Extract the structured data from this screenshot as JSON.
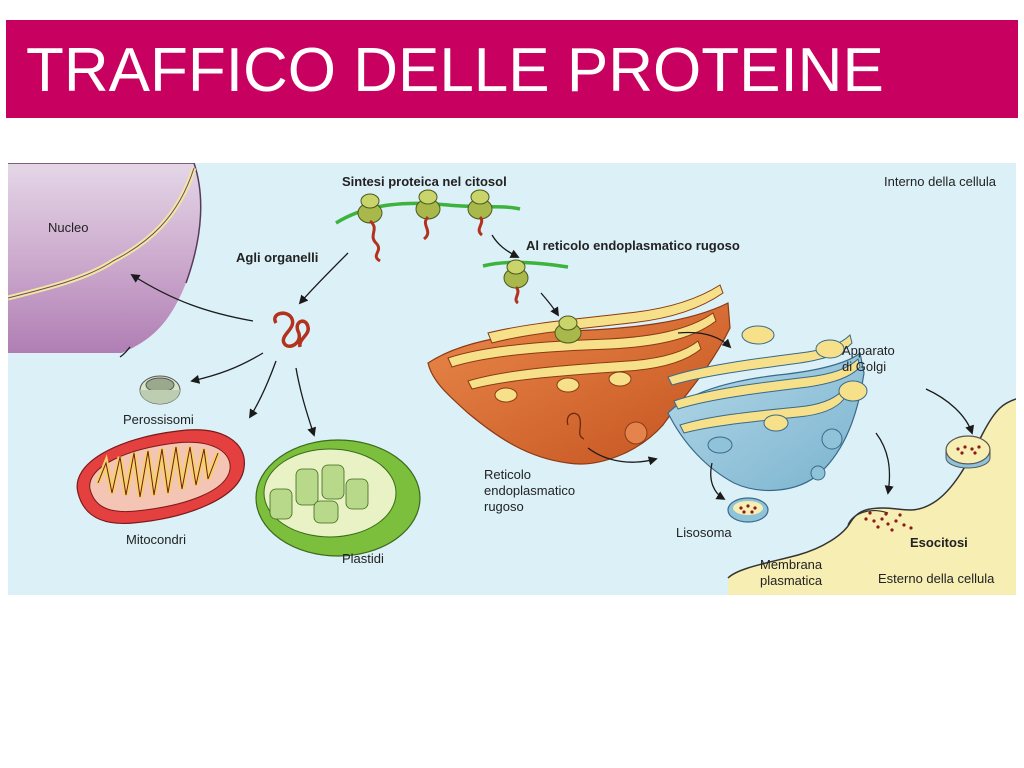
{
  "slide": {
    "title": "TRAFFICO DELLE PROTEINE"
  },
  "labels": {
    "cytosol_synthesis": "Sintesi proteica nel citosol",
    "cell_interior": "Interno della cellula",
    "nucleus": "Nucleo",
    "to_organelles": "Agli organelli",
    "to_rough_er": "Al reticolo endoplasmatico rugoso",
    "peroxisomes": "Perossisomi",
    "mitochondria": "Mitocondri",
    "plastids": "Plastidi",
    "golgi_line1": "Apparato",
    "golgi_line2": "di Golgi",
    "rough_er_line1": "Reticolo",
    "rough_er_line2": "endoplasmatico",
    "rough_er_line3": "rugoso",
    "lysosome": "Lisosoma",
    "exocytosis": "Esocitosi",
    "membrane_line1": "Membrana",
    "membrane_line2": "plasmatica",
    "cell_exterior": "Esterno della cellula"
  },
  "colors": {
    "title_bar": "#c8005f",
    "diagram_bg": "#dcf0f7",
    "nucleus": "#a86aa8",
    "rough_er": "#d8652e",
    "golgi": "#8fc3da",
    "membrane": "#f7eeb4",
    "mitochondria": "#e4403f",
    "plastids": "#7cbf3c",
    "mrna": "#3cb33c",
    "protein": "#b3321e"
  }
}
